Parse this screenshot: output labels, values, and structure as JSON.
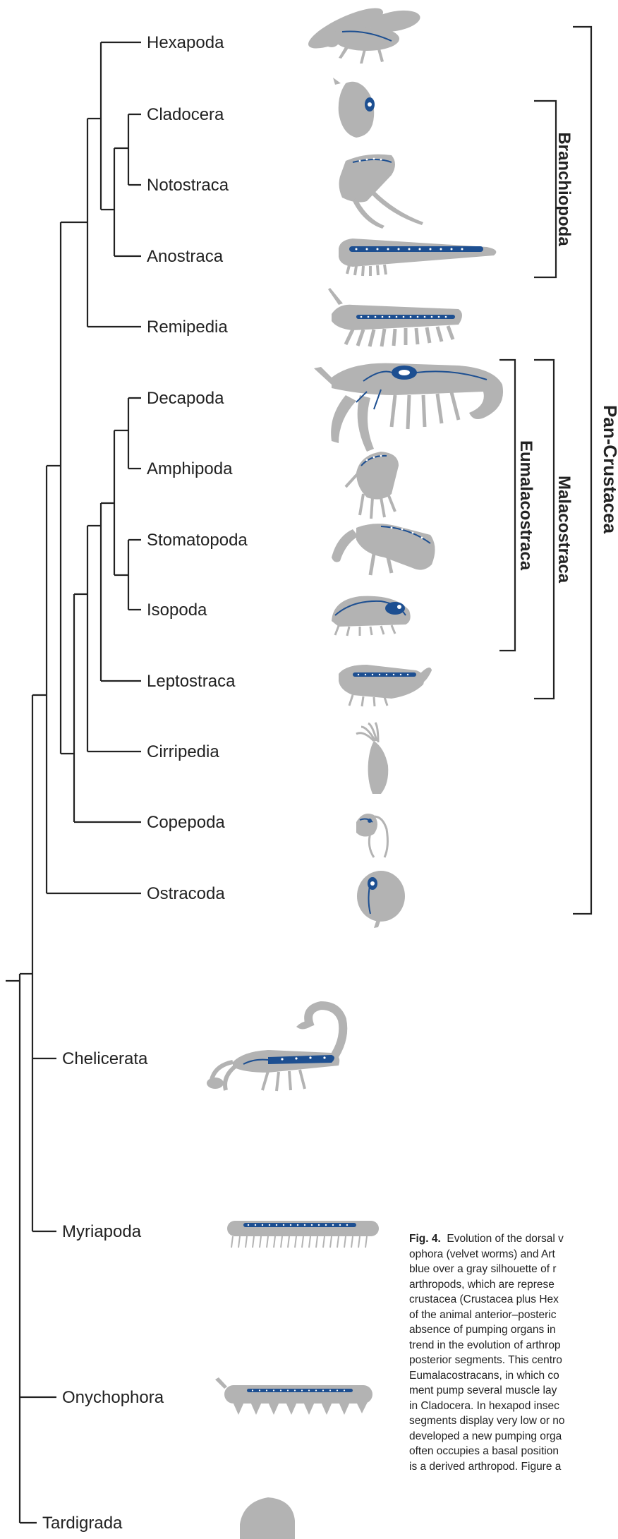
{
  "taxa": [
    "Hexapoda",
    "Cladocera",
    "Notostraca",
    "Anostraca",
    "Remipedia",
    "Decapoda",
    "Amphipoda",
    "Stomatopoda",
    "Isopoda",
    "Leptostraca",
    "Cirripedia",
    "Copepoda",
    "Ostracoda",
    "Chelicerata",
    "Myriapoda",
    "Onychophora",
    "Tardigrada"
  ],
  "groups": {
    "branchiopoda": "Branchiopoda",
    "eumalacostraca": "Eumalacostraca",
    "malacostraca": "Malacostraca",
    "pan_crustacea": "Pan-Crustacea"
  },
  "caption": {
    "fig_label": "Fig. 4.",
    "lines": [
      "Evolution of the dorsal v",
      "ophora (velvet worms) and Art",
      "blue over a gray silhouette of r",
      "arthropods, which are represe",
      "crustacea (Crustacea plus Hex",
      "of the animal anterior–posteric",
      "absence of pumping organs in",
      "trend in the evolution of arthrop",
      "posterior segments. This centro",
      "Eumalacostracans, in which co",
      "ment pump several muscle lay",
      "in Cladocera. In hexapod insec",
      "segments display very low or no",
      "developed a new pumping orga",
      "often occupies a basal position",
      "is a derived arthropod. Figure a"
    ]
  },
  "colors": {
    "vessel": "#1d4f91",
    "silhouette": "#b3b3b3",
    "line": "#222222"
  }
}
